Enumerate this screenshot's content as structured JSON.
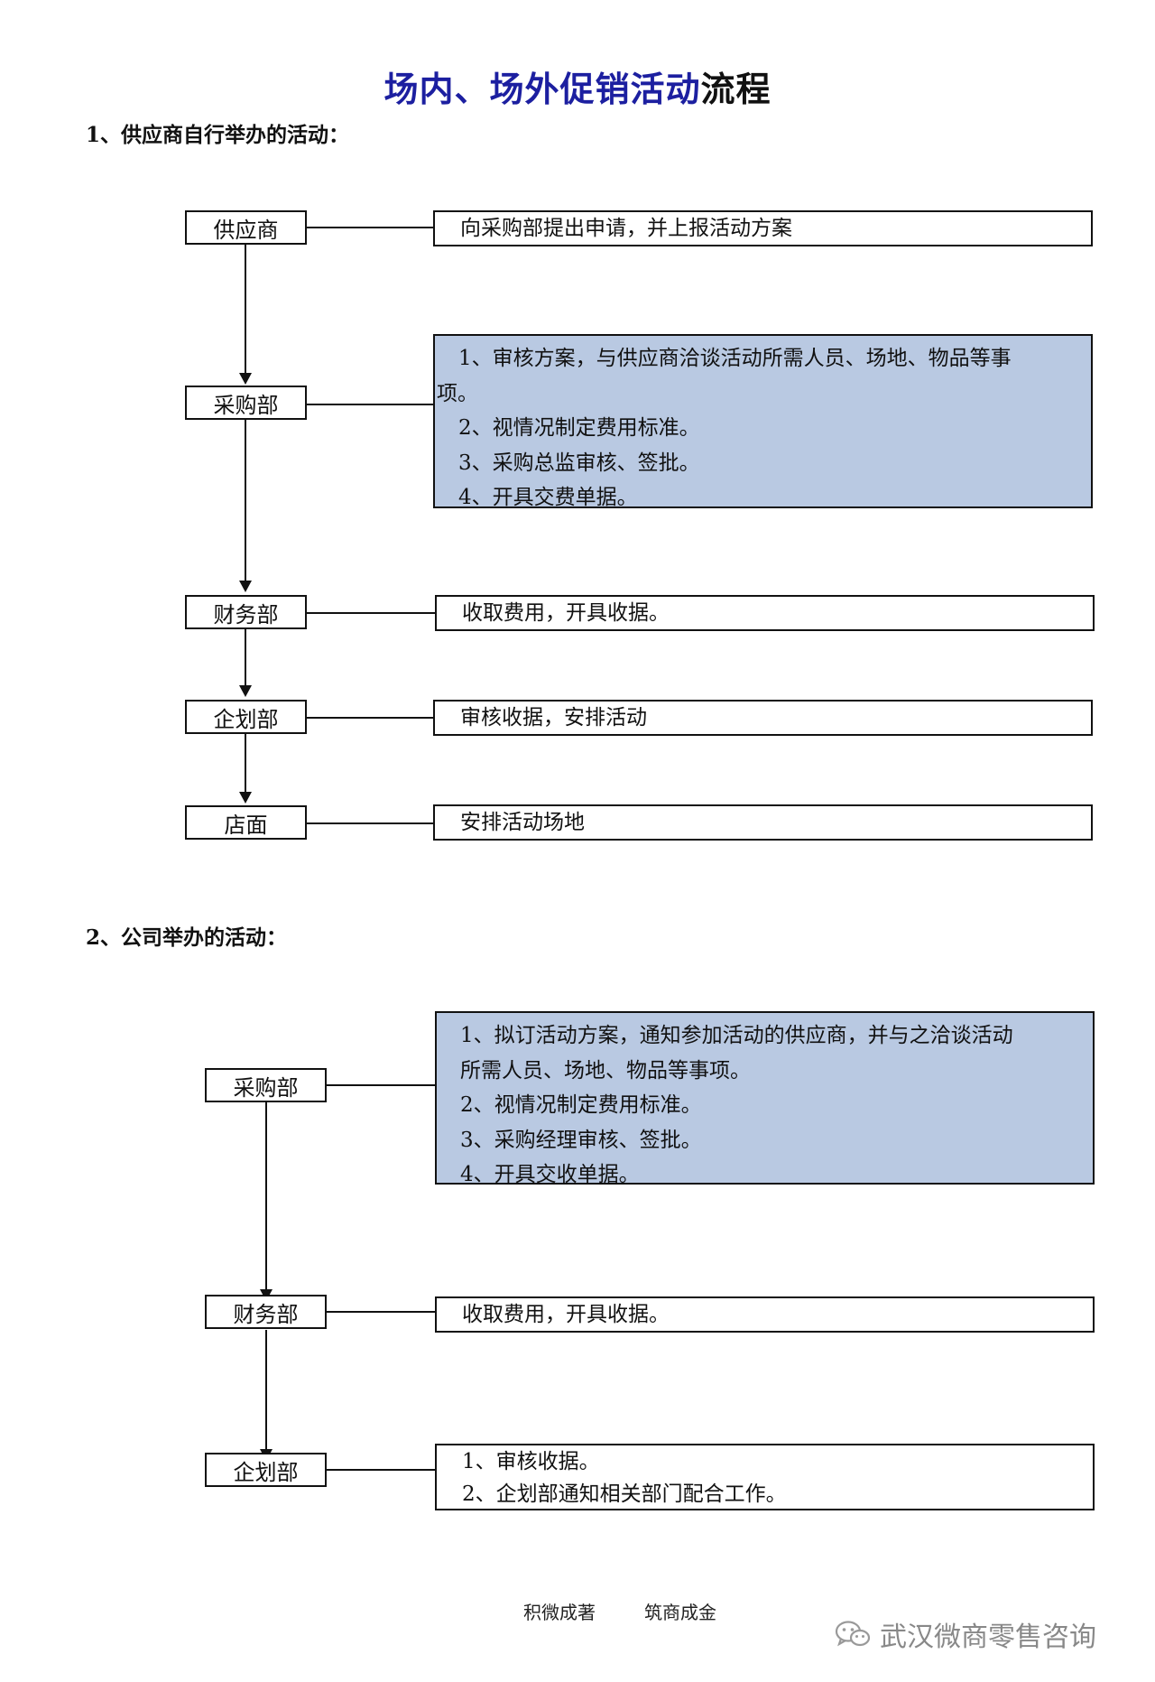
{
  "title": {
    "blue": "场内、场外促销活动",
    "black": "流程"
  },
  "section1": {
    "heading": "1、供应商自行举办的活动：",
    "nodes": [
      "供应商",
      "采购部",
      "财务部",
      "企划部",
      "店面"
    ],
    "desc0": "向采购部提出申请，并上报活动方案",
    "desc1": {
      "lines": [
        "1、审核方案，与供应商洽谈活动所需人员、场地、物品等事",
        "项。",
        "2、视情况制定费用标准。",
        "3、采购总监审核、签批。",
        "4、开具交费单据。"
      ]
    },
    "desc2": "收取费用，开具收据。",
    "desc3": "审核收据，安排活动",
    "desc4": "安排活动场地"
  },
  "section2": {
    "heading": "2、公司举办的活动：",
    "nodes": [
      "采购部",
      "财务部",
      "企划部"
    ],
    "desc0": {
      "lines": [
        "1、拟订活动方案，通知参加活动的供应商，并与之洽谈活动",
        "所需人员、场地、物品等事项。",
        "2、视情况制定费用标准。",
        "3、采购经理审核、签批。",
        "4、开具交收单据。"
      ]
    },
    "desc1": "收取费用，开具收据。",
    "desc2": {
      "lines": [
        "1、审核收据。",
        "2、企划部通知相关部门配合工作。"
      ]
    }
  },
  "footer": {
    "left": "积微成著",
    "right": "筑商成金"
  },
  "watermark": {
    "text": "武汉微商零售咨询",
    "icon": "wechat-icon"
  }
}
